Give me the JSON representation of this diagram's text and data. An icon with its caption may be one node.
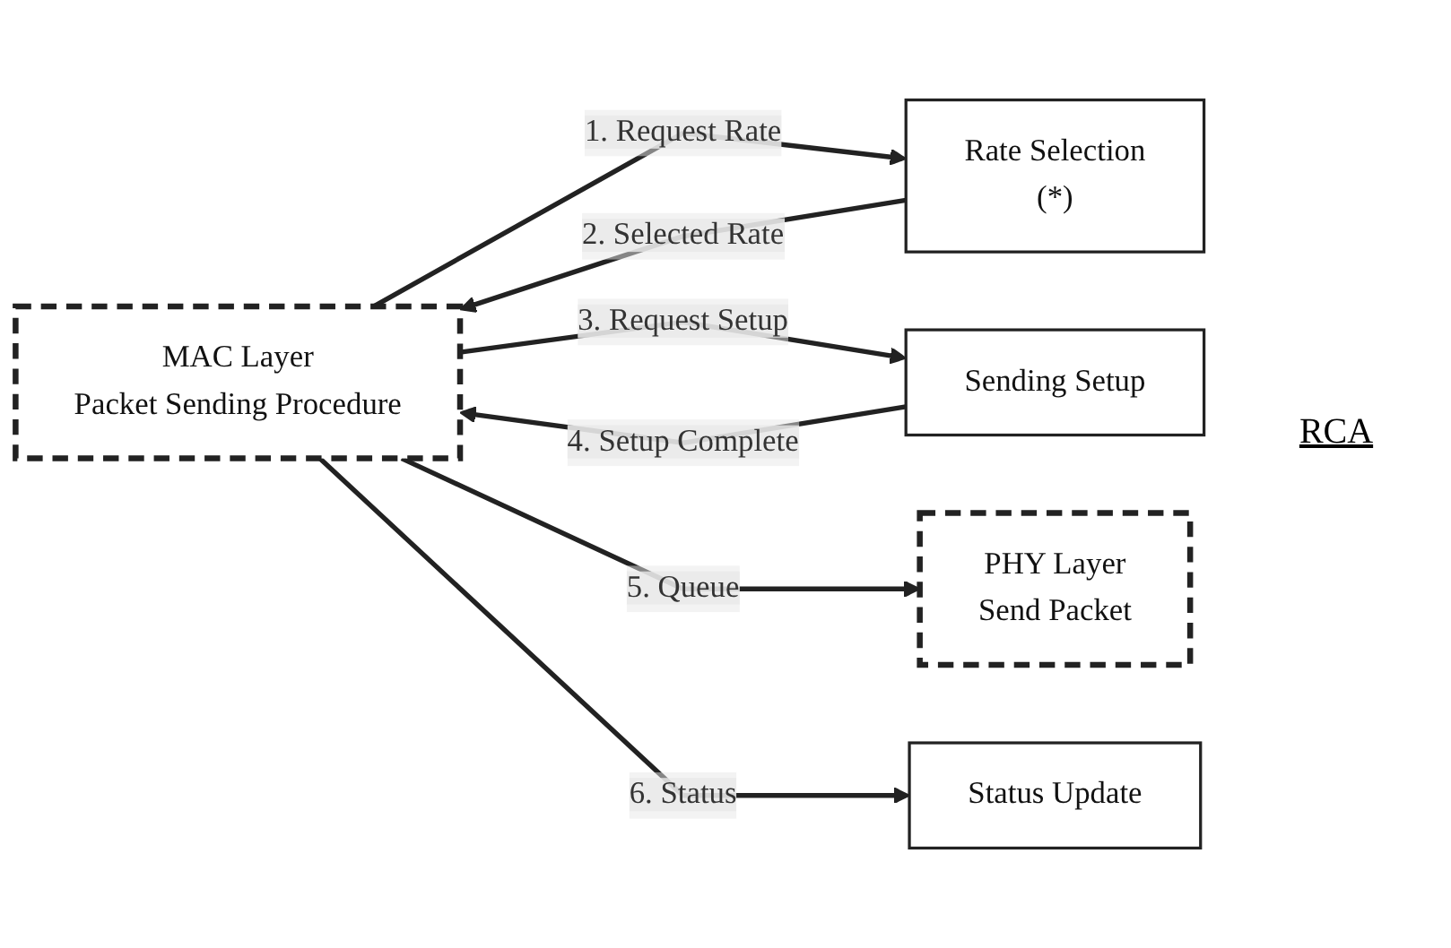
{
  "diagram": {
    "nodes": [
      {
        "text": [
          "MAC Layer",
          "Packet Sending Procedure"
        ]
      },
      {
        "text": [
          "Rate Selection",
          "(*)"
        ]
      },
      {
        "text": [
          "Sending Setup"
        ]
      },
      {
        "text": [
          "Status Update"
        ]
      },
      {
        "text": [
          "PHY Layer",
          "Send Packet"
        ]
      }
    ],
    "edges": [
      {
        "from": 0,
        "to": 1,
        "arrow": "to",
        "label": "1. Request Rate"
      },
      {
        "from": 1,
        "to": 0,
        "arrow": "to",
        "label": "2. Selected Rate"
      },
      {
        "from": 0,
        "to": 2,
        "arrow": "to",
        "label": "3. Request Setup"
      },
      {
        "from": 2,
        "to": 0,
        "arrow": "to",
        "label": "4. Setup Complete"
      },
      {
        "from": 0,
        "to": 4,
        "arrow": "to",
        "label": "5. Queue"
      },
      {
        "from": 0,
        "to": 3,
        "arrow": "to",
        "label": "6. Status"
      }
    ],
    "labels": [
      "RCA"
    ]
  }
}
